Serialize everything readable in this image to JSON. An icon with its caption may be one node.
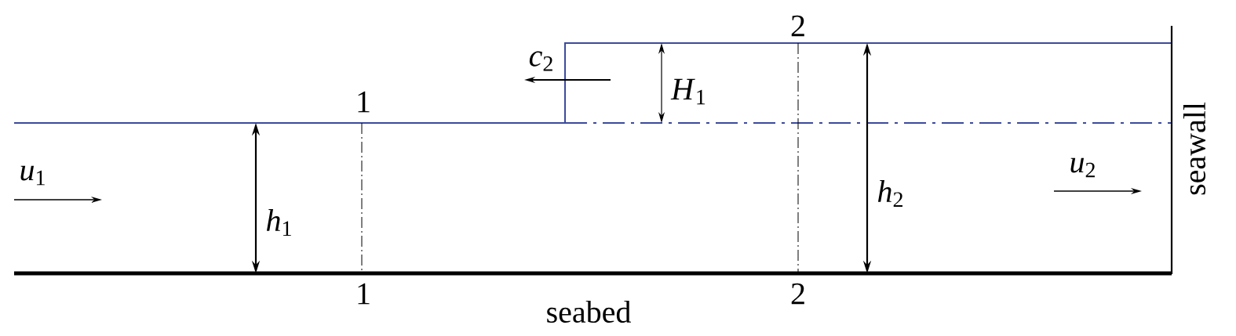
{
  "diagram": {
    "labels": [
      "2",
      "*c*$_{2}$",
      "*H*$_{1}$",
      "1",
      "seawall",
      "*u*$_{1}$",
      "*u*$_{2}$",
      "*h*$_{2}$",
      "*h*$_{1}$",
      "1",
      "2",
      "seabed"
    ]
  }
}
